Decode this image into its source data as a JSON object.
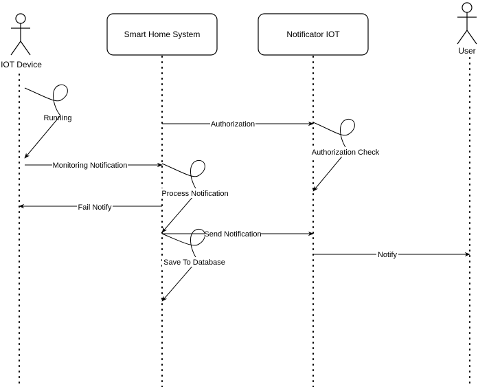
{
  "participants": [
    {
      "id": "iot",
      "label": "IOT Device",
      "kind": "actor"
    },
    {
      "id": "shs",
      "label": "Smart Home System",
      "kind": "box"
    },
    {
      "id": "notif",
      "label": "Notificator IOT",
      "kind": "box"
    },
    {
      "id": "user",
      "label": "User",
      "kind": "actor"
    }
  ],
  "messages": [
    {
      "label": "Running",
      "kind": "self",
      "participant": "iot"
    },
    {
      "label": "Authorization",
      "from": "shs",
      "to": "notif"
    },
    {
      "label": "Authorization Check",
      "kind": "self",
      "participant": "notif"
    },
    {
      "label": "Monitoring Notification",
      "from": "iot",
      "to": "shs"
    },
    {
      "label": "Process Notification",
      "kind": "self",
      "participant": "shs"
    },
    {
      "label": "Fail Notify",
      "from": "shs",
      "to": "iot"
    },
    {
      "label": "Send Notification",
      "from": "shs",
      "to": "notif"
    },
    {
      "label": "Save To Database",
      "kind": "self",
      "participant": "shs"
    },
    {
      "label": "Notify",
      "from": "notif",
      "to": "user"
    }
  ]
}
